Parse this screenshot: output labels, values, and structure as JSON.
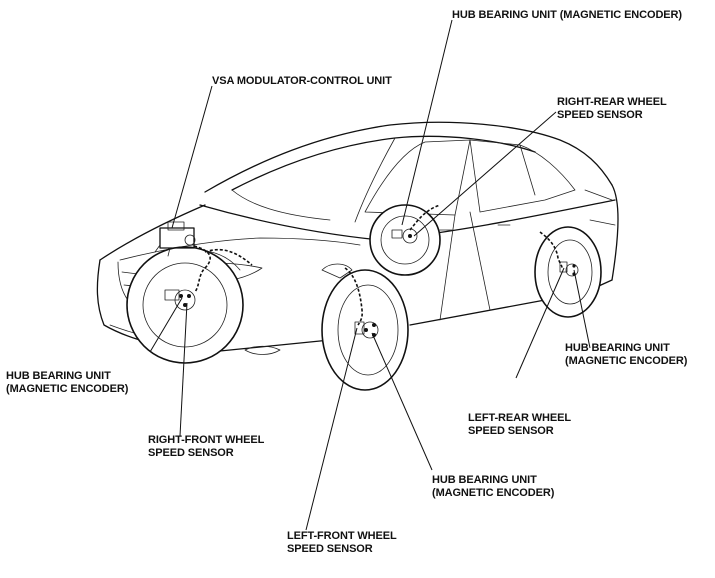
{
  "labels": {
    "hub_rear_right": "HUB BEARING UNIT (MAGNETIC ENCODER)",
    "vsa": "VSA MODULATOR-CONTROL UNIT",
    "rr_sensor_1": "RIGHT-REAR WHEEL",
    "rr_sensor_2": "SPEED SENSOR",
    "hub_front_right_1": "HUB BEARING UNIT",
    "hub_front_right_2": "(MAGNETIC ENCODER)",
    "hub_rear_left_1": "HUB BEARING UNIT",
    "hub_rear_left_2": "(MAGNETIC ENCODER)",
    "lr_sensor_1": "LEFT-REAR WHEEL",
    "lr_sensor_2": "SPEED SENSOR",
    "rf_sensor_1": "RIGHT-FRONT WHEEL",
    "rf_sensor_2": "SPEED SENSOR",
    "hub_front_left_1": "HUB BEARING UNIT",
    "hub_front_left_2": "(MAGNETIC ENCODER)",
    "lf_sensor_1": "LEFT-FRONT WHEEL",
    "lf_sensor_2": "SPEED SENSOR"
  }
}
